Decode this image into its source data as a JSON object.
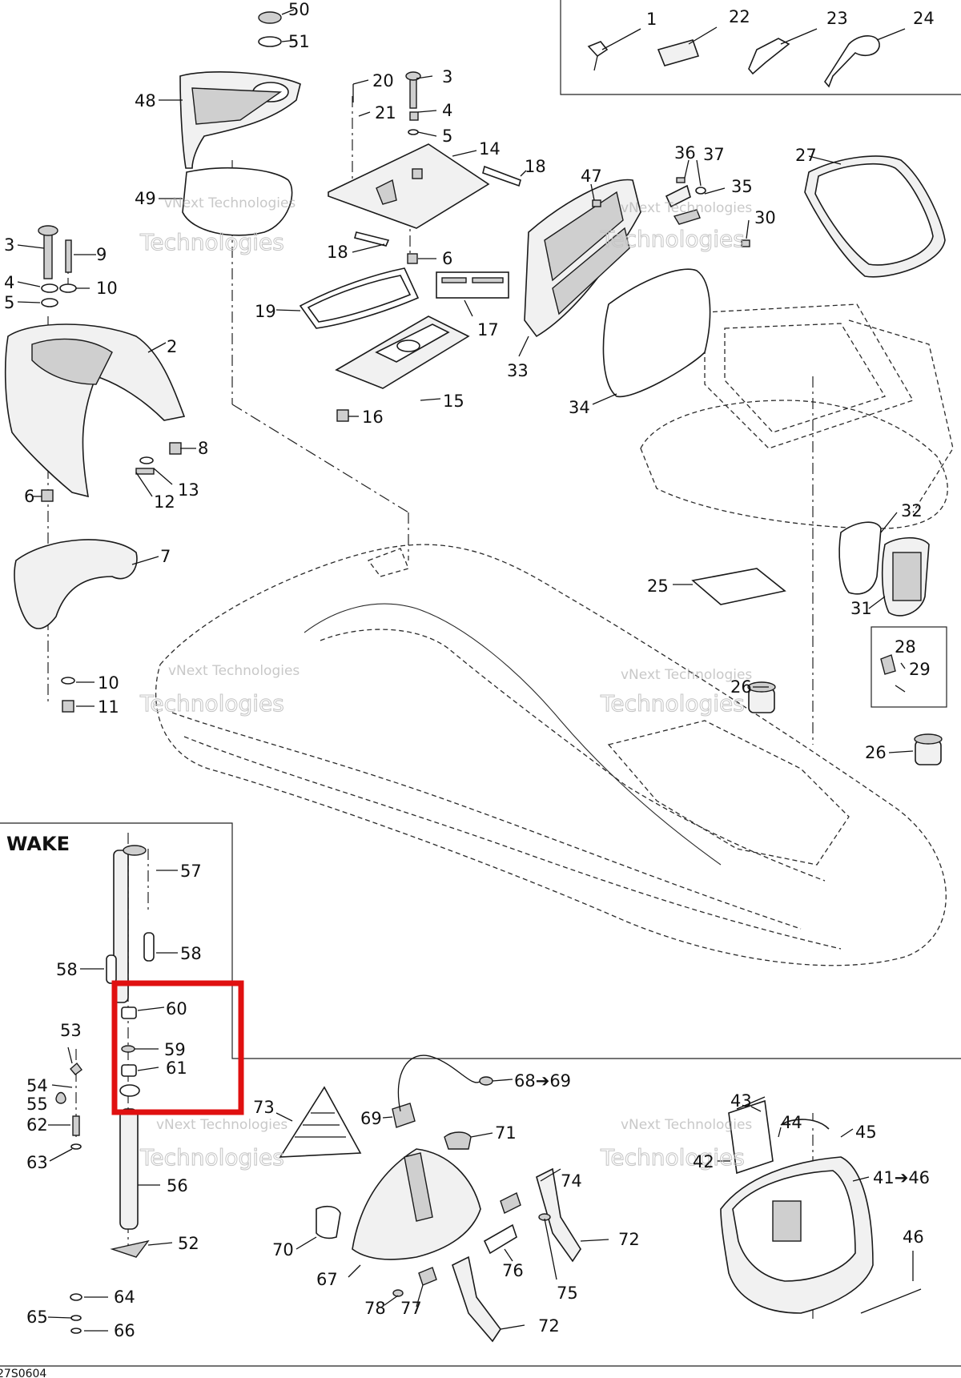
{
  "diagram": {
    "section_title": "WAKE",
    "reference_code": "27S0604",
    "watermark_text_line1": "vNext Technologies",
    "watermark_text_line2": "Technologies",
    "highlight_color": "#e01010",
    "callouts": [
      {
        "id": "c50",
        "text": "50"
      },
      {
        "id": "c51",
        "text": "51"
      },
      {
        "id": "c48",
        "text": "48"
      },
      {
        "id": "c49",
        "text": "49"
      },
      {
        "id": "c20",
        "text": "20"
      },
      {
        "id": "c3a",
        "text": "3"
      },
      {
        "id": "c21",
        "text": "21"
      },
      {
        "id": "c4a",
        "text": "4"
      },
      {
        "id": "c5a",
        "text": "5"
      },
      {
        "id": "c14",
        "text": "14"
      },
      {
        "id": "c18a",
        "text": "18"
      },
      {
        "id": "c18b",
        "text": "18"
      },
      {
        "id": "c6a",
        "text": "6"
      },
      {
        "id": "c19",
        "text": "19"
      },
      {
        "id": "c17",
        "text": "17"
      },
      {
        "id": "c15",
        "text": "15"
      },
      {
        "id": "c16",
        "text": "16"
      },
      {
        "id": "c1",
        "text": "1"
      },
      {
        "id": "c22",
        "text": "22"
      },
      {
        "id": "c23",
        "text": "23"
      },
      {
        "id": "c24",
        "text": "24"
      },
      {
        "id": "c36",
        "text": "36"
      },
      {
        "id": "c37",
        "text": "37"
      },
      {
        "id": "c35",
        "text": "35"
      },
      {
        "id": "c47",
        "text": "47"
      },
      {
        "id": "c30",
        "text": "30"
      },
      {
        "id": "c27",
        "text": "27"
      },
      {
        "id": "c33",
        "text": "33"
      },
      {
        "id": "c34",
        "text": "34"
      },
      {
        "id": "c3b",
        "text": "3"
      },
      {
        "id": "c9",
        "text": "9"
      },
      {
        "id": "c4b",
        "text": "4"
      },
      {
        "id": "c10a",
        "text": "10"
      },
      {
        "id": "c5b",
        "text": "5"
      },
      {
        "id": "c2",
        "text": "2"
      },
      {
        "id": "c8",
        "text": "8"
      },
      {
        "id": "c13",
        "text": "13"
      },
      {
        "id": "c12",
        "text": "12"
      },
      {
        "id": "c6b",
        "text": "6"
      },
      {
        "id": "c7",
        "text": "7"
      },
      {
        "id": "c10b",
        "text": "10"
      },
      {
        "id": "c11",
        "text": "11"
      },
      {
        "id": "c32",
        "text": "32"
      },
      {
        "id": "c25",
        "text": "25"
      },
      {
        "id": "c31",
        "text": "31"
      },
      {
        "id": "c28",
        "text": "28"
      },
      {
        "id": "c29",
        "text": "29"
      },
      {
        "id": "c26a",
        "text": "26"
      },
      {
        "id": "c26b",
        "text": "26"
      },
      {
        "id": "c57",
        "text": "57"
      },
      {
        "id": "c58a",
        "text": "58"
      },
      {
        "id": "c58b",
        "text": "58"
      },
      {
        "id": "c60",
        "text": "60"
      },
      {
        "id": "c59",
        "text": "59"
      },
      {
        "id": "c61",
        "text": "61"
      },
      {
        "id": "c53",
        "text": "53"
      },
      {
        "id": "c54",
        "text": "54"
      },
      {
        "id": "c55",
        "text": "55"
      },
      {
        "id": "c62",
        "text": "62"
      },
      {
        "id": "c63",
        "text": "63"
      },
      {
        "id": "c56",
        "text": "56"
      },
      {
        "id": "c52",
        "text": "52"
      },
      {
        "id": "c64",
        "text": "64"
      },
      {
        "id": "c65",
        "text": "65"
      },
      {
        "id": "c66",
        "text": "66"
      },
      {
        "id": "c73",
        "text": "73"
      },
      {
        "id": "c69",
        "text": "69"
      },
      {
        "id": "c6869",
        "text": "68➔69"
      },
      {
        "id": "c71",
        "text": "71"
      },
      {
        "id": "c74",
        "text": "74"
      },
      {
        "id": "c72a",
        "text": "72"
      },
      {
        "id": "c70",
        "text": "70"
      },
      {
        "id": "c76",
        "text": "76"
      },
      {
        "id": "c67",
        "text": "67"
      },
      {
        "id": "c75",
        "text": "75"
      },
      {
        "id": "c78",
        "text": "78"
      },
      {
        "id": "c77",
        "text": "77"
      },
      {
        "id": "c72b",
        "text": "72"
      },
      {
        "id": "c43",
        "text": "43"
      },
      {
        "id": "c44",
        "text": "44"
      },
      {
        "id": "c45",
        "text": "45"
      },
      {
        "id": "c42",
        "text": "42"
      },
      {
        "id": "c4146",
        "text": "41➔46"
      },
      {
        "id": "c46",
        "text": "46"
      }
    ]
  }
}
